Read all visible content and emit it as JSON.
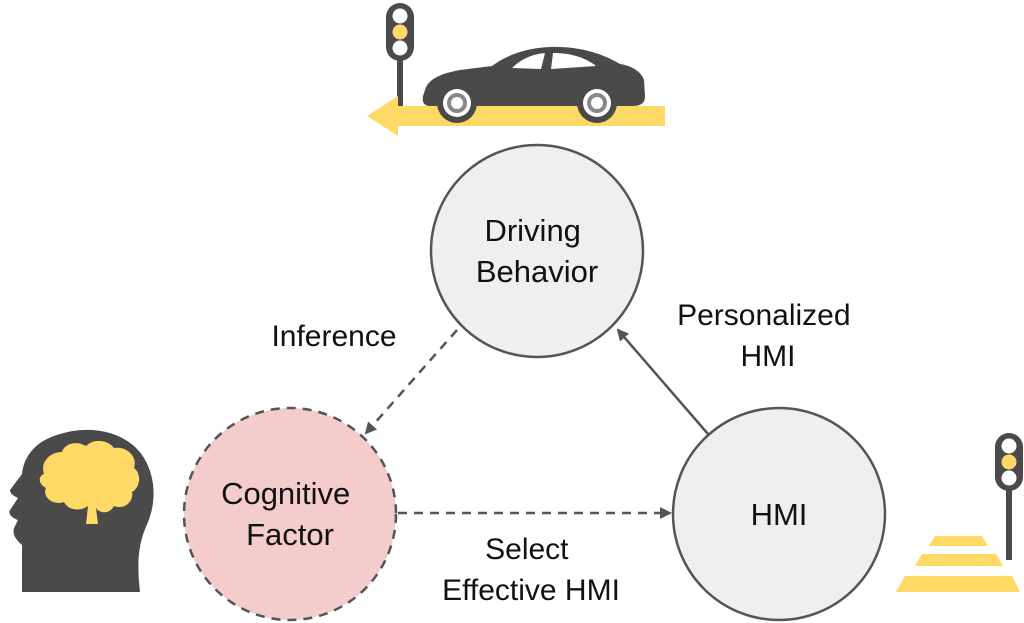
{
  "nodes": {
    "driving_behavior": {
      "lines": [
        "Driving",
        "Behavior"
      ]
    },
    "cognitive_factor": {
      "lines": [
        "Cognitive",
        "Factor"
      ]
    },
    "hmi": {
      "lines": [
        "HMI"
      ]
    }
  },
  "edges": {
    "inference": {
      "label": "Inference"
    },
    "personalized_hmi": {
      "lines": [
        "Personalized",
        "HMI"
      ]
    },
    "select_effective_hmi": {
      "lines": [
        "Select",
        "Effective HMI"
      ]
    }
  },
  "icons": [
    "traffic-light-icon",
    "car-icon",
    "left-arrow-icon",
    "human-head-icon",
    "brain-icon",
    "crosswalk-icon"
  ],
  "colors": {
    "yellow": "#FFD966",
    "dark_gray": "#4A4A4A",
    "node_fill": "#EFEFEF",
    "cognitive_fill": "#F4CCCC",
    "stroke": "#555555"
  }
}
